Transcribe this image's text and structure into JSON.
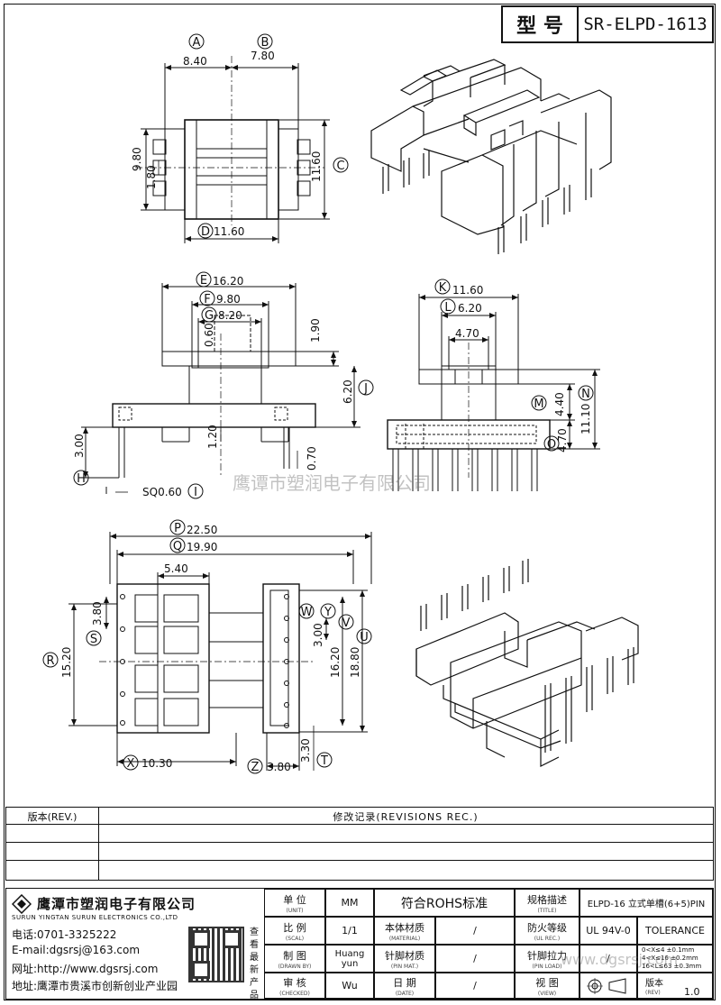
{
  "header": {
    "type_label": "型 号",
    "model": "SR-ELPD-1613"
  },
  "dims": {
    "A": "8.40",
    "B": "7.80",
    "C": "11.60",
    "D": "11.60",
    "d980": "9.80",
    "d180": "1.80",
    "E": "16.20",
    "F": "9.80",
    "G": "8.20",
    "d060": "0.60",
    "d190": "1.90",
    "J": "6.20",
    "d120": "1.20",
    "d070": "0.70",
    "H": "3.00",
    "I": "SQ0.60",
    "K": "11.60",
    "L": "6.20",
    "d470a": "4.70",
    "M": "4.40",
    "N": "11.10",
    "O": "4.70",
    "P": "22.50",
    "Q": "19.90",
    "d540": "5.40",
    "S": "3.80",
    "R": "15.20",
    "W": "3.00",
    "V": "16.20",
    "U": "18.80",
    "X": "10.30",
    "Z": "3.80",
    "T": "3.30"
  },
  "letters": {
    "A": "A",
    "B": "B",
    "C": "C",
    "D": "D",
    "E": "E",
    "F": "F",
    "G": "G",
    "H": "H",
    "I": "I",
    "J": "J",
    "K": "K",
    "L": "L",
    "M": "M",
    "N": "N",
    "O": "O",
    "P": "P",
    "Q": "Q",
    "R": "R",
    "S": "S",
    "T": "T",
    "U": "U",
    "V": "V",
    "W": "W",
    "X": "X",
    "Y": "Y",
    "Z": "Z"
  },
  "watermark": "鹰谭市塑润电子有限公司",
  "watermark2": "www.dgsrsj.com",
  "revisions": {
    "rev_label": "版本(REV.)",
    "rec_label": "修改记录(REVISIONS REC.)"
  },
  "company": {
    "name_cn": "鹰潭市塑润电子有限公司",
    "name_en": "SURUN YINGTAN SURUN ELECTRONICS CO.,LTD",
    "phone": "电话:0701-3325222",
    "email": "E-mail:dgsrsj@163.com",
    "web": "网址:http://www.dgsrsj.com",
    "address": "地址:鹰潭市贵溪市创新创业产业园",
    "qr_side": "查看最新产品"
  },
  "table": {
    "unit_label": "单 位",
    "unit_sub": "(UNIT)",
    "unit_val": "MM",
    "rohs": "符合ROHS标准",
    "title_label": "规格描述",
    "title_sub": "(TITLE)",
    "title_val": "ELPD-16 立式单槽(6+5)PIN",
    "scale_label": "比 例",
    "scale_sub": "(SCAL)",
    "scale_val": "1/1",
    "material_label": "本体材质",
    "material_sub": "(MATERIAL)",
    "material_val": "/",
    "ul_label": "防火等级",
    "ul_sub": "(UL REC.)",
    "ul_val": "UL 94V-0",
    "tolerance": "TOLERANCE",
    "drawn_label": "制 图",
    "drawn_sub": "(DRAWN BY)",
    "drawn_val": "Huang yun",
    "pinmat_label": "针脚材质",
    "pinmat_sub": "(PIN MAT.)",
    "pinmat_val": "/",
    "pinload_label": "针脚拉力",
    "pinload_sub": "(PIN LOAD)",
    "pinload_val": "/",
    "tol1": "0<X≤4  ±0.1mm",
    "tol2": "4<X≤16 ±0.2mm",
    "tol3": "16<L≤63 ±0.3mm",
    "checked_label": "审 核",
    "checked_sub": "(CHECKED)",
    "checked_val": "Wu",
    "date_label": "日 期",
    "date_sub": "(DATE)",
    "date_val": "/",
    "view_label": "视 图",
    "view_sub": "(VIEW)",
    "rev_label": "版本",
    "rev_sub": "(REV)",
    "rev_val": "1.0"
  }
}
